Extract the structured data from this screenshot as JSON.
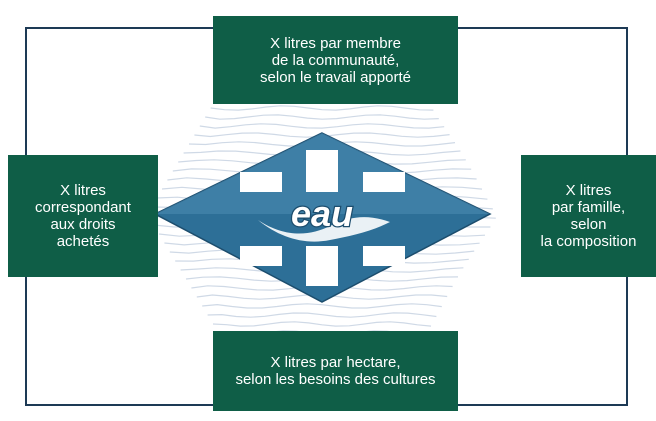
{
  "boxes": {
    "top": "X litres par membre\nde la communauté,\nselon le travail apporté",
    "left": "X litres\ncorrespondant\naux droits\nachetés",
    "right": "X litres\npar famille,\nselon\nla composition",
    "bottom": "X litres par hectare,\nselon les besoins des cultures"
  },
  "center": {
    "logo_text": "eau"
  },
  "colors": {
    "box_fill": "#0f5e47",
    "frame": "#1d3a55",
    "arrow": "#2d6f97",
    "waves": "#cfd9e6"
  }
}
